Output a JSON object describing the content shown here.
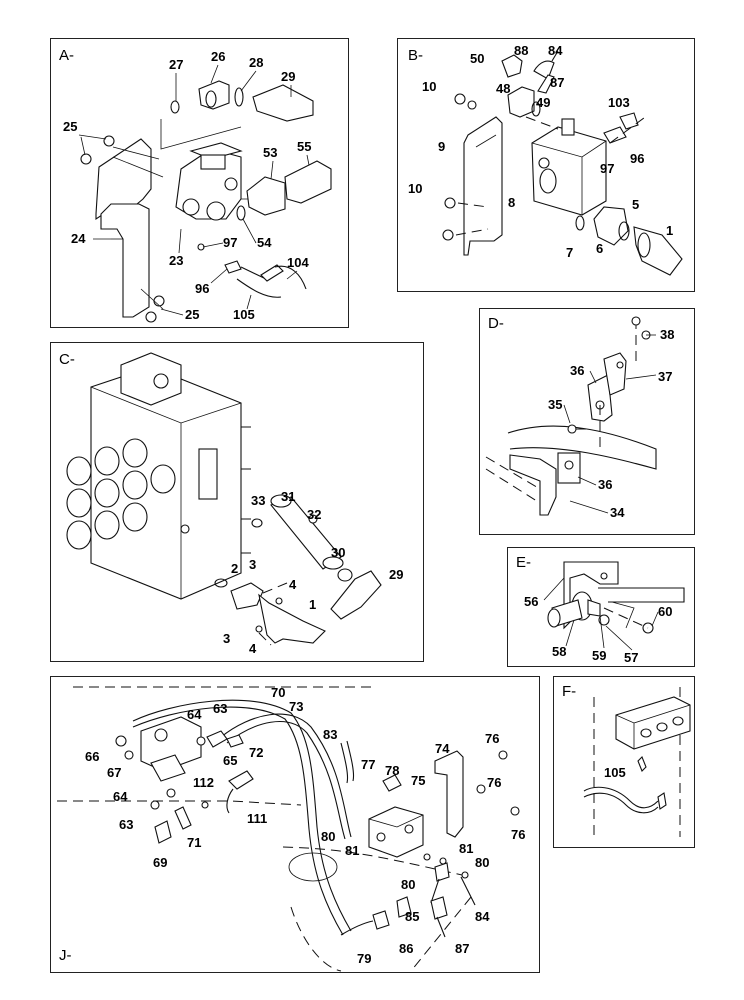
{
  "panels": {
    "A": {
      "label": "A-",
      "callouts": [
        "27",
        "26",
        "28",
        "29",
        "25",
        "53",
        "55",
        "24",
        "23",
        "97",
        "54",
        "104",
        "96",
        "105",
        "25"
      ]
    },
    "B": {
      "label": "B-",
      "callouts": [
        "50",
        "88",
        "84",
        "87",
        "10",
        "48",
        "49",
        "103",
        "9",
        "97",
        "96",
        "10",
        "8",
        "5",
        "1",
        "7",
        "6"
      ]
    },
    "C": {
      "label": "C-",
      "callouts": [
        "33",
        "31",
        "32",
        "30",
        "2",
        "3",
        "4",
        "29",
        "1",
        "3",
        "4"
      ]
    },
    "D": {
      "label": "D-",
      "callouts": [
        "38",
        "36",
        "37",
        "35",
        "36",
        "34"
      ]
    },
    "E": {
      "label": "E-",
      "callouts": [
        "56",
        "60",
        "58",
        "59",
        "57"
      ]
    },
    "F": {
      "label": "F-",
      "callouts": [
        "105"
      ]
    },
    "J": {
      "label": "J-",
      "callouts": [
        "70",
        "73",
        "64",
        "63",
        "83",
        "76",
        "66",
        "67",
        "65",
        "72",
        "77",
        "78",
        "74",
        "75",
        "76",
        "64",
        "112",
        "80",
        "76",
        "63",
        "111",
        "81",
        "81",
        "71",
        "80",
        "69",
        "80",
        "85",
        "84",
        "79",
        "86",
        "87"
      ]
    }
  }
}
